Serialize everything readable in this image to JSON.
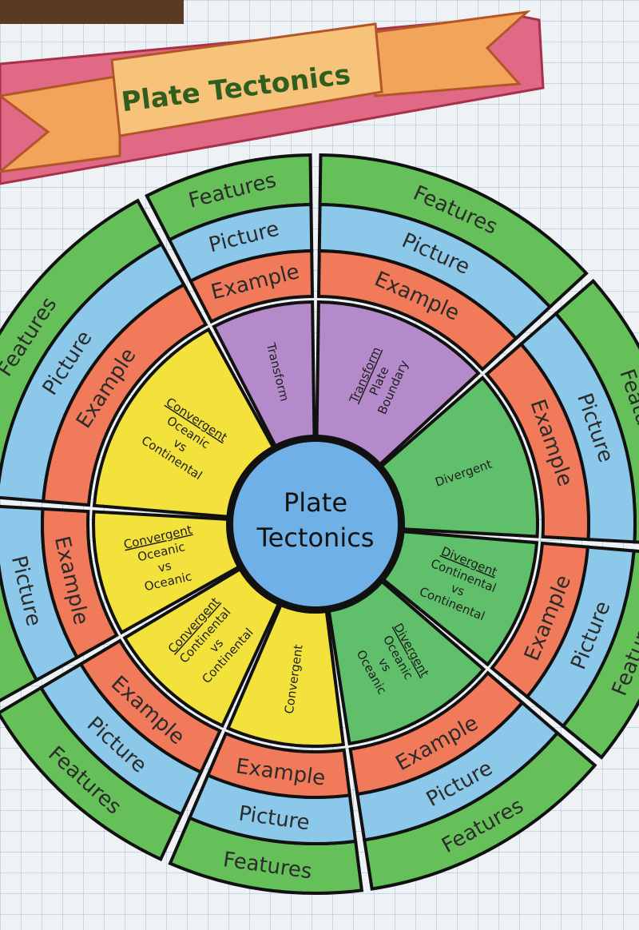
{
  "banner": {
    "title": "Plate Tectonics"
  },
  "wheel": {
    "center_label": [
      "Plate",
      "Tectonics"
    ],
    "ring_labels": {
      "features": "Features",
      "picture": "Picture",
      "example": "Example"
    },
    "sectors": [
      {
        "id": "transform-a",
        "lines": [
          "Transform"
        ]
      },
      {
        "id": "transform-b",
        "lines": [
          "Transform",
          "Plate",
          "Boundary"
        ]
      },
      {
        "id": "divergent",
        "lines": [
          "Divergent"
        ]
      },
      {
        "id": "divergent-cc",
        "lines": [
          "Divergent",
          "Continental",
          "vs",
          "Continental"
        ]
      },
      {
        "id": "divergent-oo",
        "lines": [
          "Divergent",
          "Oceanic",
          "vs",
          "Oceanic"
        ]
      },
      {
        "id": "convergent",
        "lines": [
          "Convergent"
        ]
      },
      {
        "id": "convergent-cc",
        "lines": [
          "Convergent",
          "Continental",
          "vs",
          "Continental"
        ]
      },
      {
        "id": "convergent-oo",
        "lines": [
          "Convergent",
          "Oceanic",
          "vs",
          "Oceanic"
        ]
      },
      {
        "id": "convergent-oc",
        "lines": [
          "Convergent",
          "Oceanic",
          "vs",
          "Continental"
        ]
      }
    ]
  },
  "colors": {
    "features": "#66c05a",
    "picture": "#8cc8ea",
    "example": "#f07a5a",
    "transform": "#b58acb",
    "divergent": "#5fbf6a",
    "convergent": "#f4e23c",
    "center": "#6fb0e6",
    "banner_ribbon": "#f2a45a",
    "banner_border": "#d84a6a"
  }
}
